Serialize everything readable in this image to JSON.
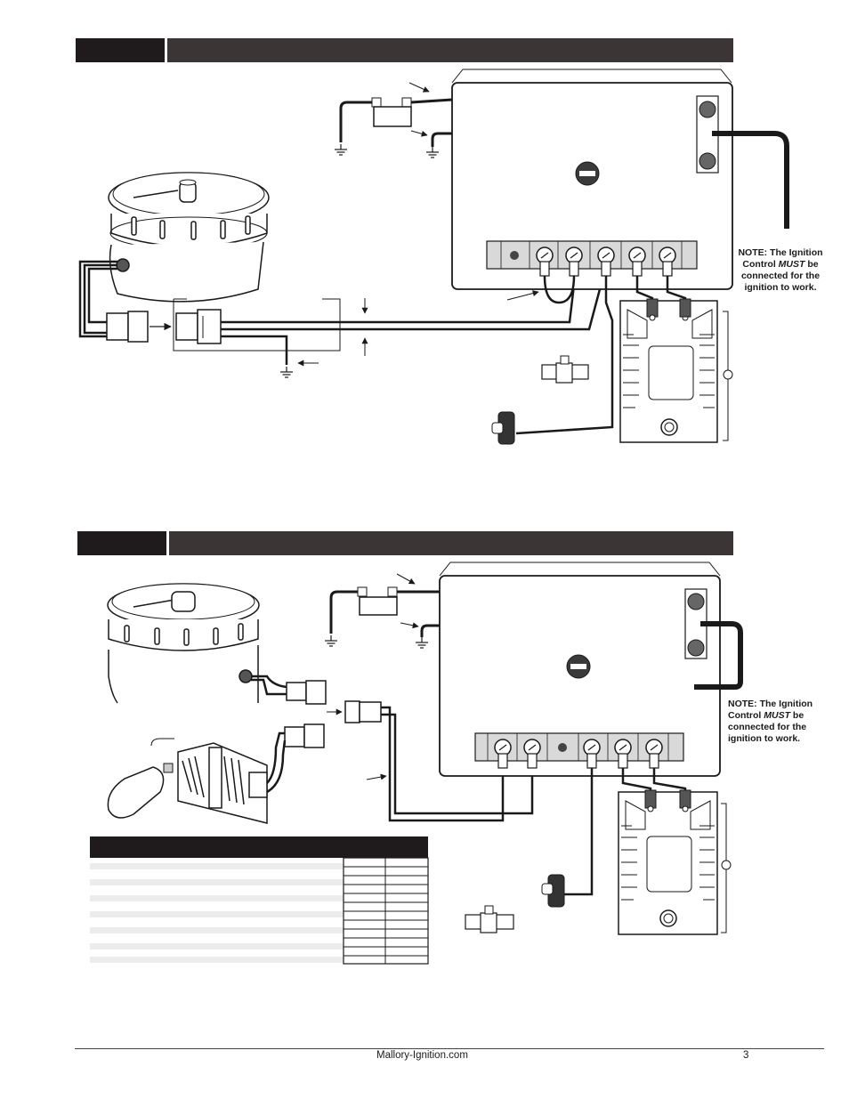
{
  "notes": {
    "note1": {
      "prefix": "NOTE: The Ignition Control ",
      "emphasis": "MUST",
      "suffix": " be connected for the ignition to work."
    },
    "note2": {
      "prefix": "NOTE: The Ignition Control ",
      "emphasis": "MUST",
      "suffix": " be connected for the ignition to work."
    }
  },
  "footer": {
    "website": "Mallory-Ignition.com",
    "page_number": "3"
  },
  "colors": {
    "header_bar": "#3b3536",
    "header_tab": "#1f1a1b",
    "terminal_strip": "#d9d9d9",
    "wire": "#1a1a1a"
  }
}
